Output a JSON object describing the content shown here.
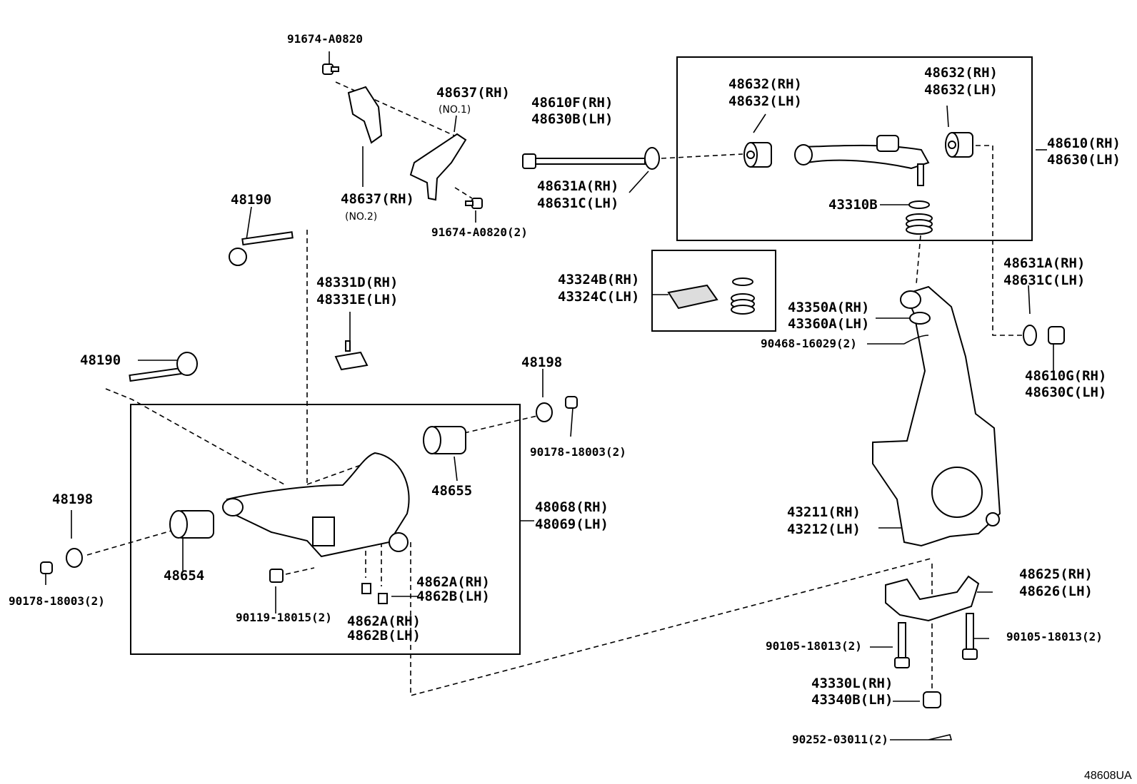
{
  "diagram": {
    "ref_code": "48608UA",
    "labels": {
      "bolt_top": "91674-A0820",
      "bracket_no1": "48637(RH)",
      "bracket_no1_sub": "(NO.1)",
      "bracket_no2": "48637(RH)",
      "bracket_no2_sub": "(NO.2)",
      "bolt_right": "91674-A0820(2)",
      "cam_bolt_l1": "48610F(RH)",
      "cam_bolt_l2": "48630B(LH)",
      "washer_l1": "48631A(RH)",
      "washer_l2": "48631C(LH)",
      "bushing_up_l1": "48632(RH)",
      "bushing_up_l2": "48632(LH)",
      "bushing_up_r1": "48632(RH)",
      "bushing_up_r2": "48632(LH)",
      "upper_arm_1": "48610(RH)",
      "upper_arm_2": "48630(LH)",
      "ring": "43310B",
      "bolt_48190_top": "48190",
      "bumper_1": "48331D(RH)",
      "bumper_2": "48331E(LH)",
      "boot_kit_1": "43324B(RH)",
      "boot_kit_2": "43324C(LH)",
      "dust_1": "43350A(RH)",
      "dust_2": "43360A(LH)",
      "cotter_top": "90468-16029(2)",
      "washer_r1": "48631A(RH)",
      "washer_r2": "48631C(LH)",
      "nut_r1": "48610G(RH)",
      "nut_r2": "48630C(LH)",
      "bolt_48190_left": "48190",
      "cam_48198_top": "48198",
      "nut_90178_right": "90178-18003(2)",
      "bushing_48655": "48655",
      "lower_arm_1": "48068(RH)",
      "lower_arm_2": "48069(LH)",
      "cam_48198_left": "48198",
      "bushing_48654": "48654",
      "nut_90178_left": "90178-18003(2)",
      "bolt_90119": "90119-18015(2)",
      "cover_a1": "4862A(RH)",
      "cover_a2": "4862B(LH)",
      "cover_b1": "4862A(RH)",
      "cover_b2": "4862B(LH)",
      "knuckle_1": "43211(RH)",
      "knuckle_2": "43212(LH)",
      "arm_48625_1": "48625(RH)",
      "arm_48625_2": "48626(LH)",
      "bolt_90105_left": "90105-18013(2)",
      "bolt_90105_right": "90105-18013(2)",
      "nut_43330_1": "43330L(RH)",
      "nut_43330_2": "43340B(LH)",
      "cotter_bottom": "90252-03011(2)"
    }
  }
}
